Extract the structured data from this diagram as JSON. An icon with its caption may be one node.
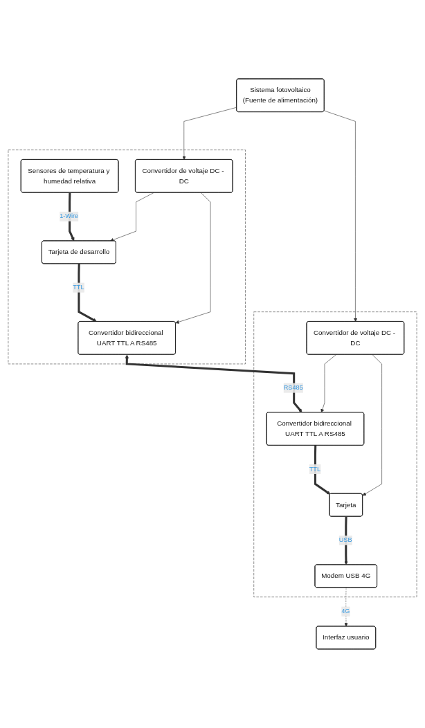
{
  "diagram": {
    "nodes": [
      {
        "text": [],
        "shape": "box"
      },
      {
        "text": [
          "Sensores de temperatura y humedad relativa"
        ],
        "in": 0
      },
      {
        "text": [
          "Convertidor de voltaje DC - DC"
        ],
        "in": 0
      },
      {
        "text": [
          "Tarjeta de desarrollo"
        ],
        "in": 0
      },
      {
        "text": [
          "Convertidor bidireccional UART TTL A RS485"
        ],
        "in": 0
      },
      {
        "text": [
          "Sistema fotovoltaico",
          "(Fuente de alimentación)"
        ]
      },
      {
        "text": [],
        "shape": "box"
      },
      {
        "text": [
          "Convertidor bidireccional UART TTL A RS485"
        ],
        "in": 6
      },
      {
        "text": [
          "Convertidor de voltaje DC - DC"
        ],
        "in": 6
      },
      {
        "text": [
          "Tarjeta"
        ],
        "in": 6
      },
      {
        "text": [
          "Modem USB 4G"
        ],
        "in": 6
      },
      {
        "text": [
          "Interfaz usuario"
        ]
      }
    ],
    "edges": [
      {
        "from": 1,
        "to": 3,
        "arrow": "to",
        "label": "1-Wire",
        "style": "thick"
      },
      {
        "from": 2,
        "to": 3,
        "arrow": "to"
      },
      {
        "from": 2,
        "to": 4,
        "arrow": "to"
      },
      {
        "from": 3,
        "to": 4,
        "arrow": "to",
        "label": "TTL",
        "style": "thick"
      },
      {
        "from": 5,
        "to": 2,
        "arrow": "to"
      },
      {
        "from": 4,
        "to": 7,
        "arrow": "both",
        "label": "RS485",
        "style": "thick"
      },
      {
        "from": 5,
        "to": 8,
        "arrow": "to"
      },
      {
        "from": 8,
        "to": 7,
        "arrow": "to"
      },
      {
        "from": 8,
        "to": 9,
        "arrow": "to"
      },
      {
        "from": 7,
        "to": 9,
        "arrow": "to",
        "label": "TTL",
        "style": "thick"
      },
      {
        "from": 9,
        "to": 10,
        "arrow": "to",
        "label": "USB",
        "style": "thick"
      },
      {
        "from": 10,
        "to": 11,
        "arrow": "to",
        "label": "4G",
        "style": "dashed"
      }
    ]
  }
}
